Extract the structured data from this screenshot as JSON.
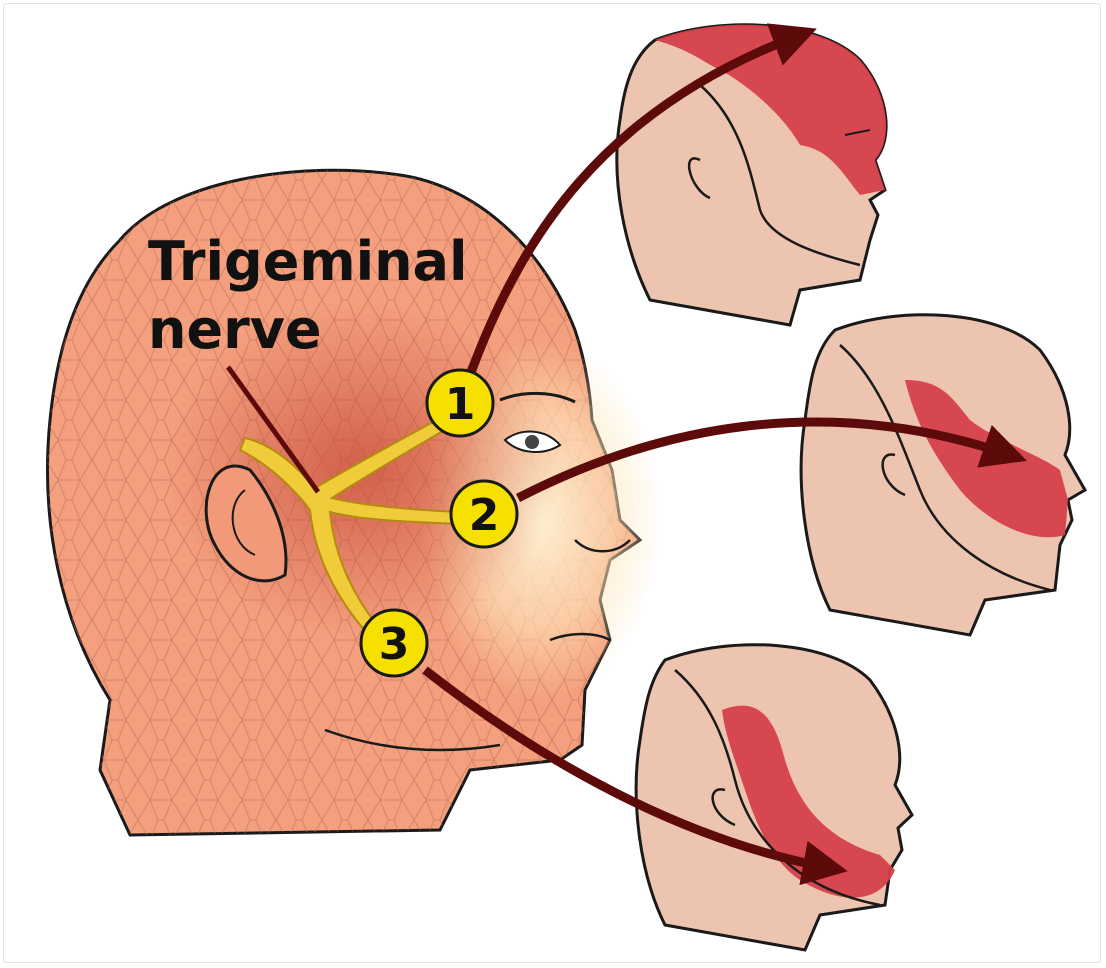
{
  "diagram": {
    "title_line1": "Trigeminal",
    "title_line2": "nerve",
    "branches": [
      {
        "label": "1",
        "region": "forehead"
      },
      {
        "label": "2",
        "region": "cheek"
      },
      {
        "label": "3",
        "region": "jaw"
      }
    ],
    "colors": {
      "head_skin": "#f4a07e",
      "head_outline": "#1a1a1a",
      "cell_lines": "#b66a52",
      "small_head_skin": "#edc4b0",
      "highlight_region": "#d6404a",
      "nerve": "#f0cc3a",
      "badge_fill": "#f6e000",
      "arrow": "#5c0a0a"
    }
  }
}
